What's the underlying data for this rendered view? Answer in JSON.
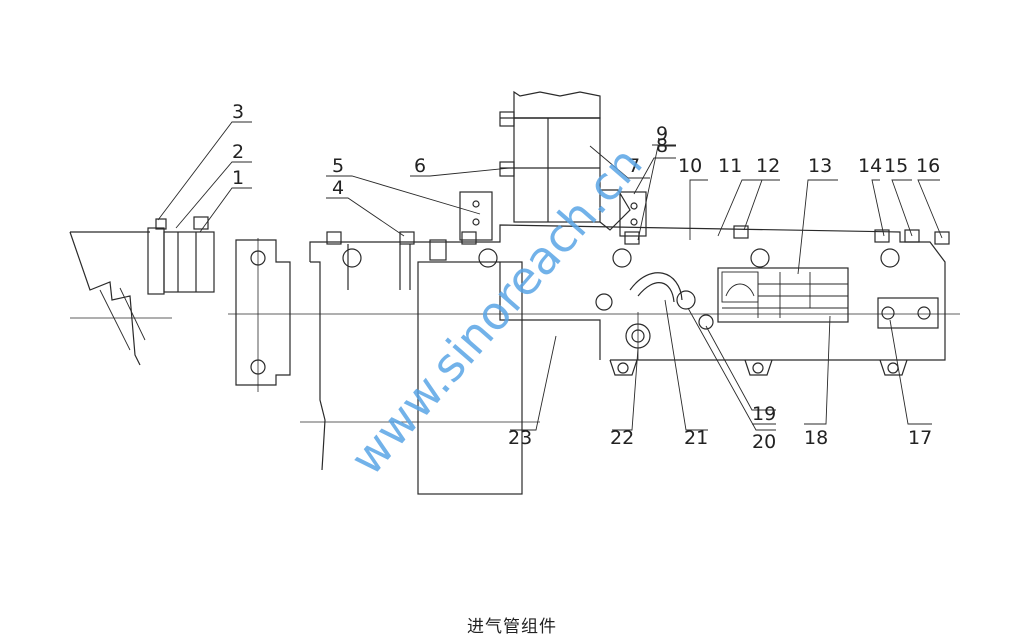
{
  "caption": "进气管组件",
  "watermark": "www.sinoreach.cn",
  "colors": {
    "line": "#2a2a2a",
    "watermark": "#5aa5e6",
    "background": "#ffffff"
  },
  "callouts": [
    "1",
    "2",
    "3",
    "4",
    "5",
    "6",
    "7",
    "8",
    "9",
    "10",
    "11",
    "12",
    "13",
    "14",
    "15",
    "16",
    "17",
    "18",
    "19",
    "20",
    "21",
    "22",
    "23"
  ]
}
